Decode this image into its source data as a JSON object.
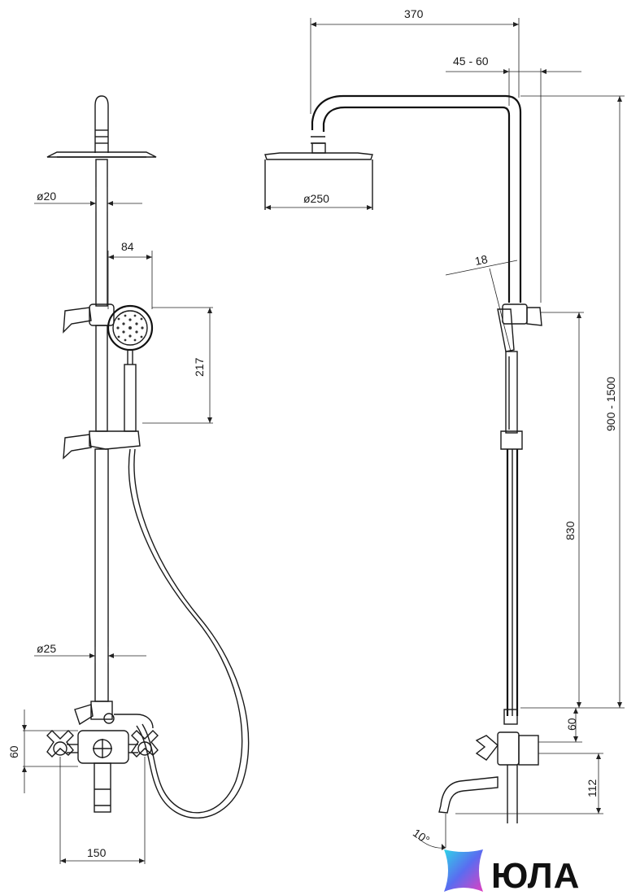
{
  "diagram": {
    "front_view": {
      "dim_head_pipe": "ø20",
      "dim_hand_shower": "84",
      "dim_holder_spacing": "217",
      "dim_riser": "ø25",
      "dim_mixer_height": "60",
      "dim_mixer_width": "150"
    },
    "side_view": {
      "dim_reach": "370",
      "dim_wall_offset": "45 - 60",
      "dim_overhead": "ø250",
      "dim_holder_angle": "18",
      "dim_total_height": "900 - 1500",
      "dim_riser_height": "830",
      "dim_mixer_offset": "60",
      "dim_spout_height": "112",
      "dim_spout_angle": "10°"
    }
  },
  "brand": {
    "logo_text": "ЮЛА",
    "colors": {
      "logo_gradient_start": "#2fd4e8",
      "logo_gradient_mid": "#5a6cf0",
      "logo_gradient_end": "#e040c0"
    }
  }
}
